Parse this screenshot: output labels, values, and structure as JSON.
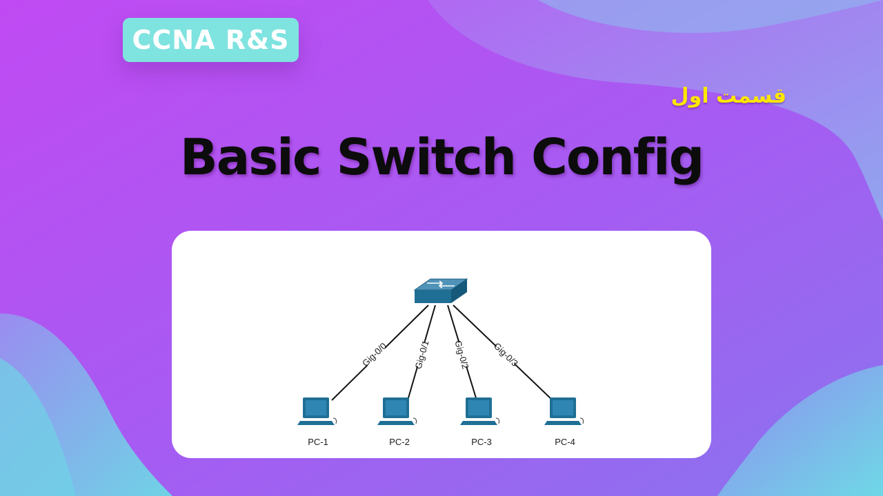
{
  "badge": {
    "label": "CCNA R&S"
  },
  "subtitle": "قسمت اول",
  "title": "Basic Switch Config",
  "diagram": {
    "switch": {
      "icon": "switch-icon",
      "color": "#1f6f95"
    },
    "pcs": [
      {
        "label": "PC-1",
        "port": "Gig-0/0"
      },
      {
        "label": "PC-2",
        "port": "Gig-0/1"
      },
      {
        "label": "PC-3",
        "port": "Gig-0/2"
      },
      {
        "label": "PC-4",
        "port": "Gig-0/3"
      }
    ]
  },
  "colors": {
    "badge": "#7fe3e0",
    "subtitle": "#ffe600",
    "bg_purple": "#b84cf0",
    "bg_cyan": "#6fd3e6"
  }
}
